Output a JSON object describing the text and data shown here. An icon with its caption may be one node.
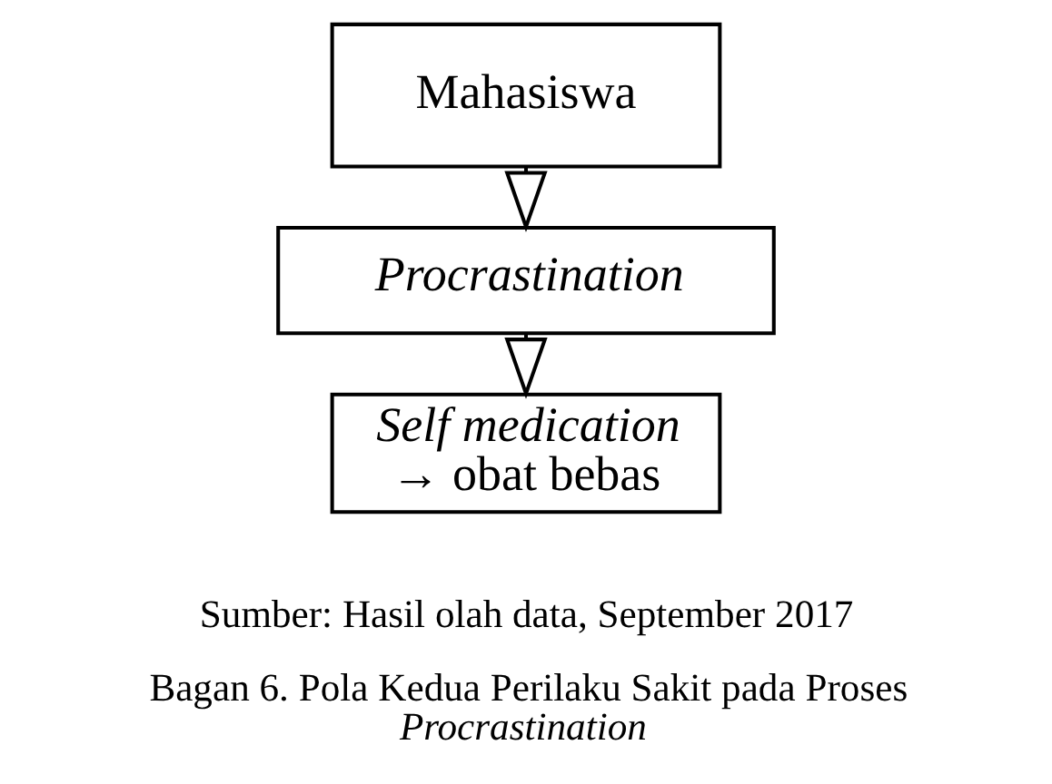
{
  "diagram": {
    "caption": "Bagan 6. Pola Kedua Perilaku Sakit pada Proses *Procrastination*",
    "nodes": [
      {
        "text": [
          "Mahasiswa"
        ]
      },
      {
        "text": [
          "Procrastination"
        ]
      },
      {
        "text": [
          "*Self medication* → obat bebas"
        ]
      }
    ],
    "edges": [
      {
        "from": 0,
        "to": 1,
        "arrow": "to"
      },
      {
        "from": 1,
        "to": 2,
        "arrow": "to"
      }
    ],
    "labels": [
      "Sumber: Hasil olah data, September 2017"
    ]
  }
}
